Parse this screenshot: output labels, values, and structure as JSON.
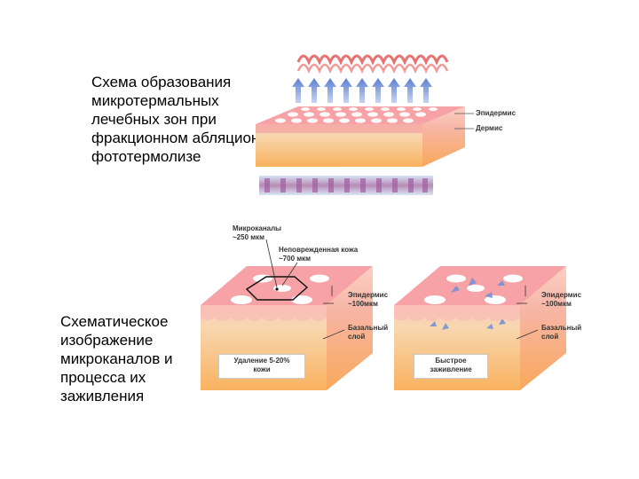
{
  "captions": {
    "top": "Схема образования\nмикротермальных\nлечебных зон при\nфракционном абляционном\nфототермолизе",
    "bottom": "Схематическое\nизображение\nмикроканалов и\nпроцесса их\nзаживления"
  },
  "top_diagram": {
    "label_epidermis": "Эпидермис",
    "label_dermis": "Дермис"
  },
  "bottom_left": {
    "label_microchannels": "Микроканалы\n~250 мкм",
    "label_intact_skin": "Неповрежденная кожа\n~700 мкм",
    "label_epidermis": "Эпидермис\n~100мкм",
    "label_basal": "Базальный\nслой",
    "box_text": "Удаление 5-20%\nкожи"
  },
  "bottom_right": {
    "label_epidermis": "Эпидермис\n~100мкм",
    "label_basal": "Базальный\nслой",
    "box_text": "Быстрое\nзаживление"
  },
  "colors": {
    "pink_top": "#f7a6a9",
    "pink_side": "#f3b2a8",
    "dermis_orange": "#f9b560",
    "arrow_blue": "#6f8fd6",
    "wave_red": "#e8706f"
  }
}
